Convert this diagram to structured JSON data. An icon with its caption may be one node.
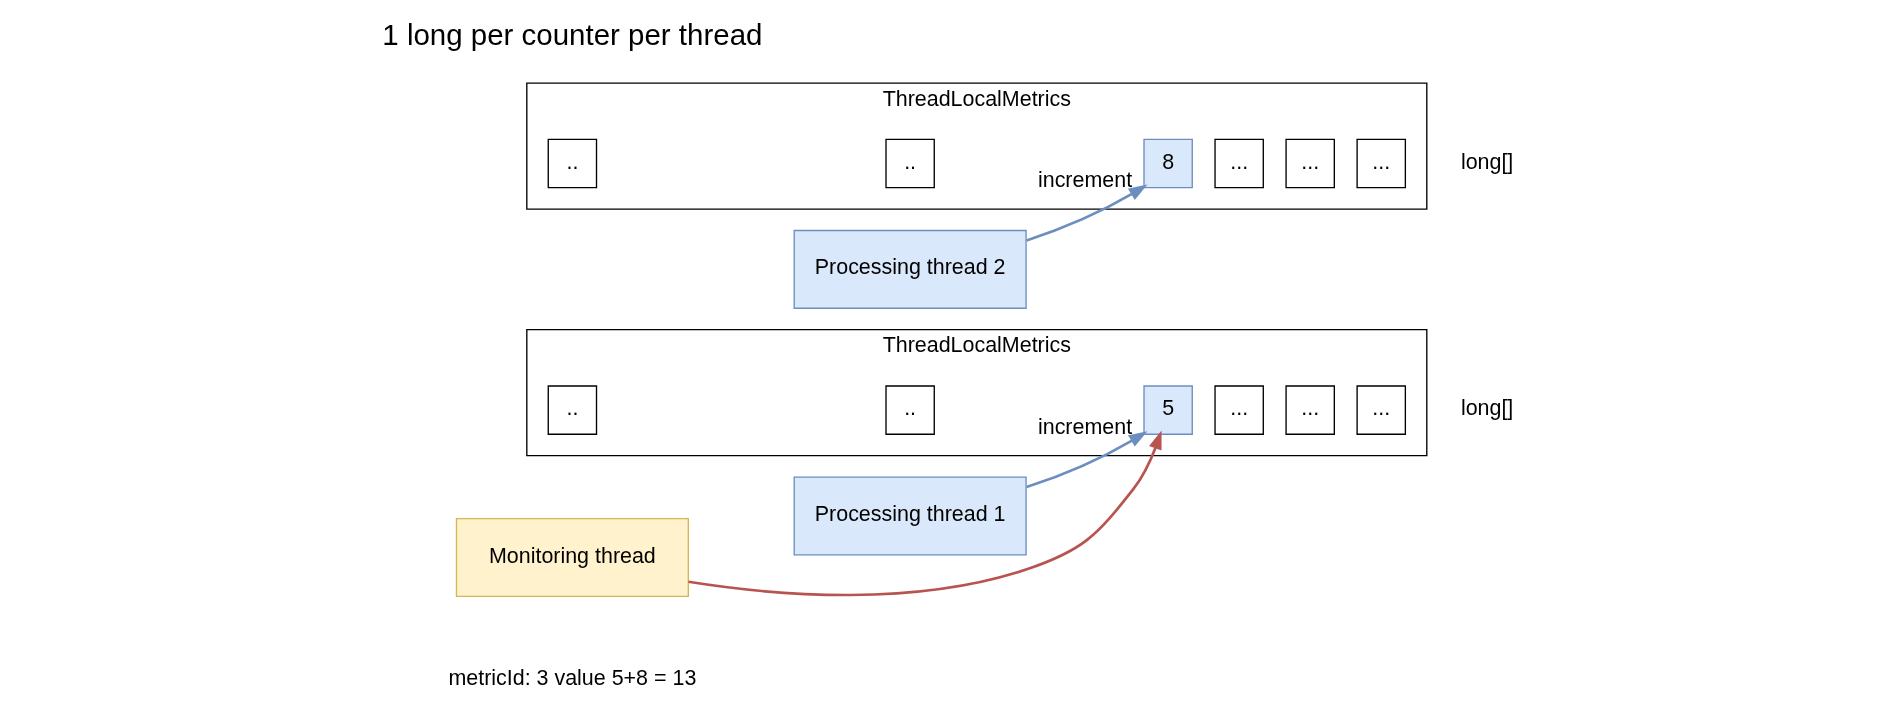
{
  "diagram": {
    "nodes": [
      {
        "text": [
          "ThreadLocalMetrics"
        ],
        "beside": [
          "long[]"
        ]
      },
      {
        "text": [
          ".."
        ],
        "in": 0
      },
      {
        "text": [
          ".."
        ],
        "in": 0
      },
      {
        "text": [
          "5"
        ],
        "in": 0
      },
      {
        "text": [
          "..."
        ],
        "in": 0
      },
      {
        "text": [
          "..."
        ],
        "in": 0
      },
      {
        "text": [
          "..."
        ],
        "in": 0
      },
      {
        "text": [
          "Processing thread 1"
        ]
      },
      {
        "text": [
          "ThreadLocalMetrics"
        ],
        "beside": [
          "long[]"
        ]
      },
      {
        "text": [
          ".."
        ],
        "in": 8
      },
      {
        "text": [
          ".."
        ],
        "in": 8
      },
      {
        "text": [
          "8"
        ],
        "in": 8
      },
      {
        "text": [
          "..."
        ],
        "in": 8
      },
      {
        "text": [
          "..."
        ],
        "in": 8
      },
      {
        "text": [
          "..."
        ],
        "in": 8
      },
      {
        "text": [
          "Processing thread 2"
        ]
      },
      {
        "text": [
          "Monitoring thread"
        ],
        "beside": [
          "metricId: 3 value 5+8 = 13"
        ]
      }
    ],
    "edges": [
      {
        "from": 7,
        "to": 3,
        "arrow": "to",
        "label": "increment"
      },
      {
        "from": 15,
        "to": 11,
        "arrow": "to",
        "label": "increment"
      },
      {
        "from": 16,
        "to": 3,
        "arrow": "to",
        "color": "#b85450"
      }
    ],
    "labels": [
      "1 long per counter per thread"
    ]
  }
}
